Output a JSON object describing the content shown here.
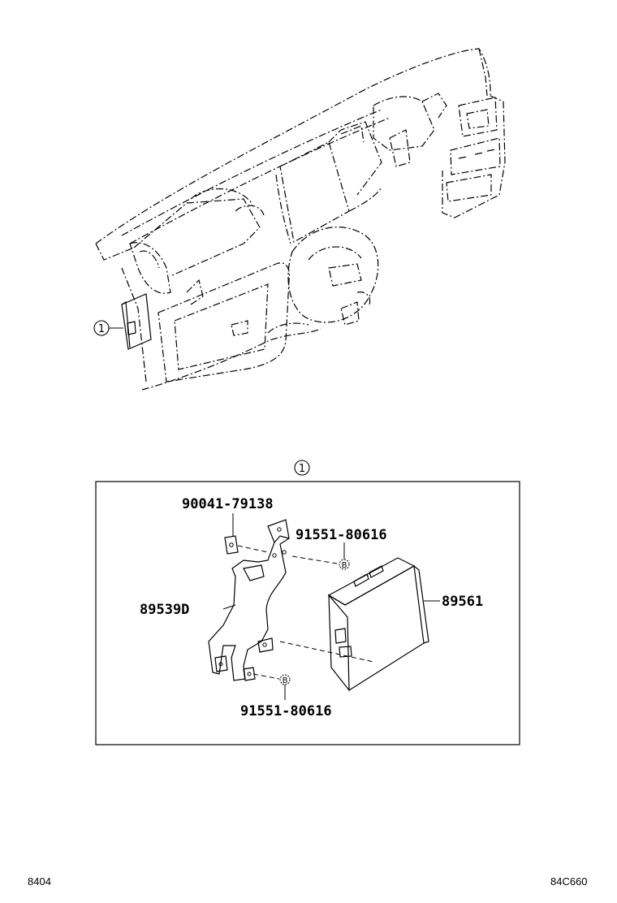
{
  "callout_main": "1",
  "callout_detail": "1",
  "parts": {
    "bolt_nut": "90041-79138",
    "screw_top": "91551-80616",
    "bracket": "89539D",
    "ecu": "89561",
    "screw_bottom": "91551-80616"
  },
  "marker_top": "B",
  "marker_bottom": "B",
  "footer": {
    "left": "8404",
    "right": "84C660"
  }
}
